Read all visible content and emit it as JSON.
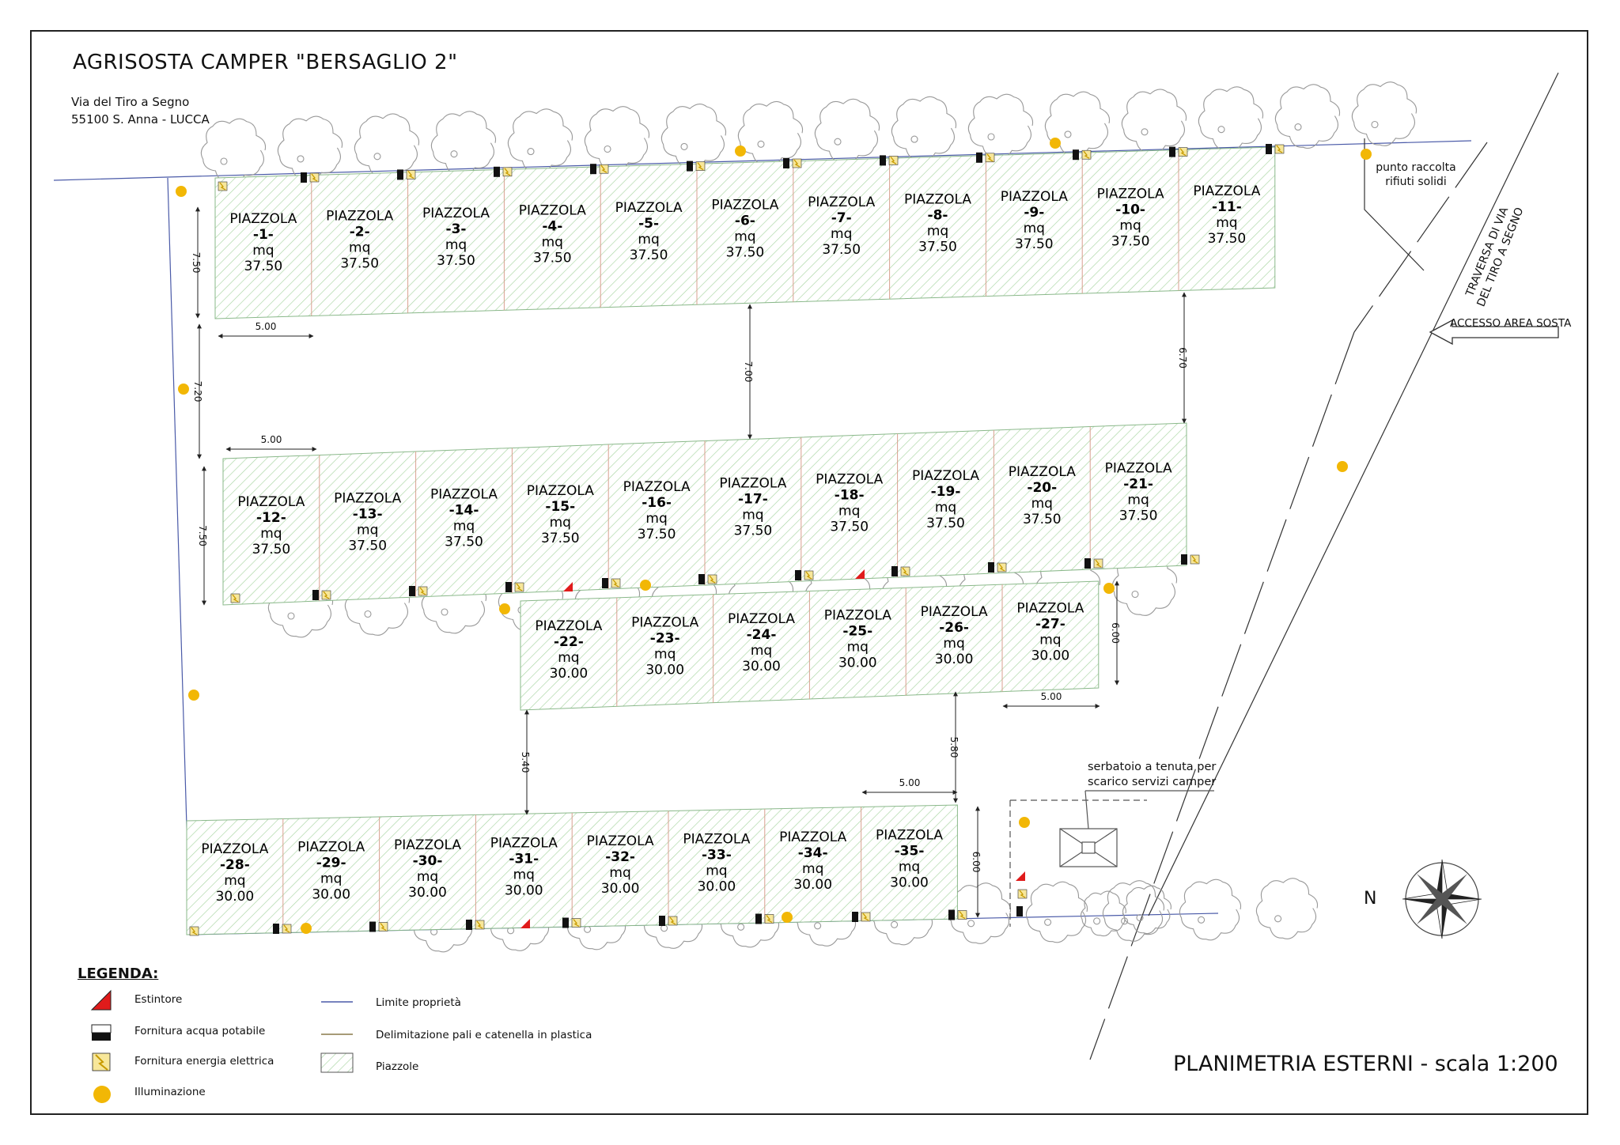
{
  "header": {
    "title": "AGRISOSTA CAMPER \"BERSAGLIO 2\"",
    "address_line1": "Via del Tiro a Segno",
    "address_line2": "55100 S. Anna - LUCCA"
  },
  "footer": {
    "drawing_title": "PLANIMETRIA ESTERNI - scala 1:200"
  },
  "labels": {
    "waste_point_line1": "punto raccolta",
    "waste_point_line2": "rifiuti solidi",
    "road_line1": "TRAVERSA DI VIA",
    "road_line2": "DEL TIRO A SEGNO",
    "access": "ACCESSO AREA SOSTA",
    "tank_line1": "serbatoio a tenuta per",
    "tank_line2": "scarico servizi camper",
    "north": "N"
  },
  "pitch_text": {
    "name": "PIAZZOLA",
    "unit": "mq"
  },
  "pitches": [
    {
      "num": "-1-",
      "area": "37.50"
    },
    {
      "num": "-2-",
      "area": "37.50"
    },
    {
      "num": "-3-",
      "area": "37.50"
    },
    {
      "num": "-4-",
      "area": "37.50"
    },
    {
      "num": "-5-",
      "area": "37.50"
    },
    {
      "num": "-6-",
      "area": "37.50"
    },
    {
      "num": "-7-",
      "area": "37.50"
    },
    {
      "num": "-8-",
      "area": "37.50"
    },
    {
      "num": "-9-",
      "area": "37.50"
    },
    {
      "num": "-10-",
      "area": "37.50"
    },
    {
      "num": "-11-",
      "area": "37.50"
    },
    {
      "num": "-12-",
      "area": "37.50"
    },
    {
      "num": "-13-",
      "area": "37.50"
    },
    {
      "num": "-14-",
      "area": "37.50"
    },
    {
      "num": "-15-",
      "area": "37.50"
    },
    {
      "num": "-16-",
      "area": "37.50"
    },
    {
      "num": "-17-",
      "area": "37.50"
    },
    {
      "num": "-18-",
      "area": "37.50"
    },
    {
      "num": "-19-",
      "area": "37.50"
    },
    {
      "num": "-20-",
      "area": "37.50"
    },
    {
      "num": "-21-",
      "area": "37.50"
    },
    {
      "num": "-22-",
      "area": "30.00"
    },
    {
      "num": "-23-",
      "area": "30.00"
    },
    {
      "num": "-24-",
      "area": "30.00"
    },
    {
      "num": "-25-",
      "area": "30.00"
    },
    {
      "num": "-26-",
      "area": "30.00"
    },
    {
      "num": "-27-",
      "area": "30.00"
    },
    {
      "num": "-28-",
      "area": "30.00"
    },
    {
      "num": "-29-",
      "area": "30.00"
    },
    {
      "num": "-30-",
      "area": "30.00"
    },
    {
      "num": "-31-",
      "area": "30.00"
    },
    {
      "num": "-32-",
      "area": "30.00"
    },
    {
      "num": "-33-",
      "area": "30.00"
    },
    {
      "num": "-34-",
      "area": "30.00"
    },
    {
      "num": "-35-",
      "area": "30.00"
    }
  ],
  "dimensions": {
    "left_top": "7.50",
    "left_mid": "7.20",
    "left_low": "7.50",
    "row1_width": "5.00",
    "row2_width": "5.00",
    "gap_row1_row2": "7.00",
    "gap_right": "6.70",
    "row3_depth": "6.00",
    "row3_width": "5.00",
    "gap_row2_row4": "5.40",
    "gap_row3_row4": "5.80",
    "row4_width": "5.00",
    "row4_depth": "6.00"
  },
  "legend": {
    "title": "LEGENDA:",
    "extinguisher": "Estintore",
    "water": "Fornitura acqua potabile",
    "electric": "Fornitura energia elettrica",
    "lighting": "Illuminazione",
    "property_limit": "Limite proprietà",
    "fence": "Delimitazione pali e catenella in plastica",
    "pitches": "Piazzole"
  },
  "colors": {
    "frame": "#222222",
    "property_line": "#4a5aa8",
    "fence_line": "#c98a7a",
    "pitch_hatch": "#9fcf9a",
    "lighting": "#f2b705",
    "extinguisher": "#e01b1b",
    "water": "#111111",
    "electric": "#e8c21a"
  }
}
